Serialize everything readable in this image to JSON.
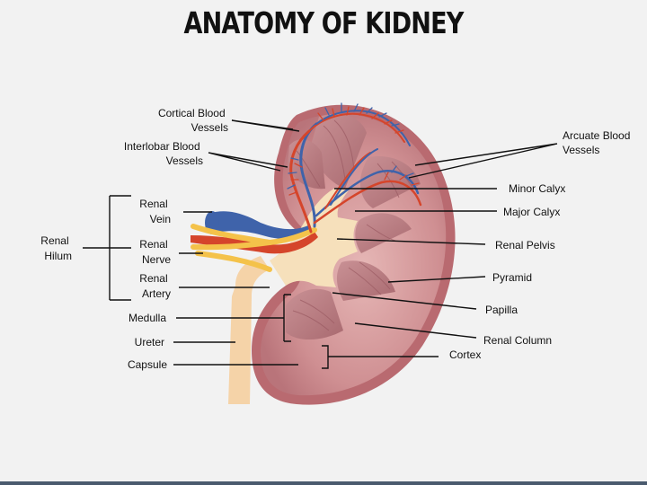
{
  "title": "ANATOMY OF KIDNEY",
  "labels": {
    "cortical_blood_vessels": [
      "Cortical Blood",
      "Vessels"
    ],
    "interlobar_blood_vessels": [
      "Interlobar Blood",
      "Vessels"
    ],
    "arcuate_blood_vessels": [
      "Arcuate Blood",
      "Vessels"
    ],
    "minor_calyx": "Minor Calyx",
    "major_calyx": "Major Calyx",
    "renal_vein": [
      "Renal",
      "Vein"
    ],
    "renal_hilum": [
      "Renal",
      "Hilum"
    ],
    "renal_nerve": [
      "Renal",
      "Nerve"
    ],
    "renal_artery": [
      "Renal",
      "Artery"
    ],
    "renal_pelvis": "Renal Pelvis",
    "pyramid": "Pyramid",
    "papilla": "Papilla",
    "medulla": "Medulla",
    "ureter": "Ureter",
    "capsule": "Capsule",
    "renal_column": "Renal Column",
    "cortex": "Cortex"
  },
  "colors": {
    "capsule": "#b96a70",
    "cortex": "#d4999b",
    "pyramid": "#c08487",
    "pelvis": "#f6e0bb",
    "ureter": "#f5d3a8",
    "vein": "#3f63aa",
    "artery": "#d5452b",
    "nerve": "#f4c24a"
  }
}
